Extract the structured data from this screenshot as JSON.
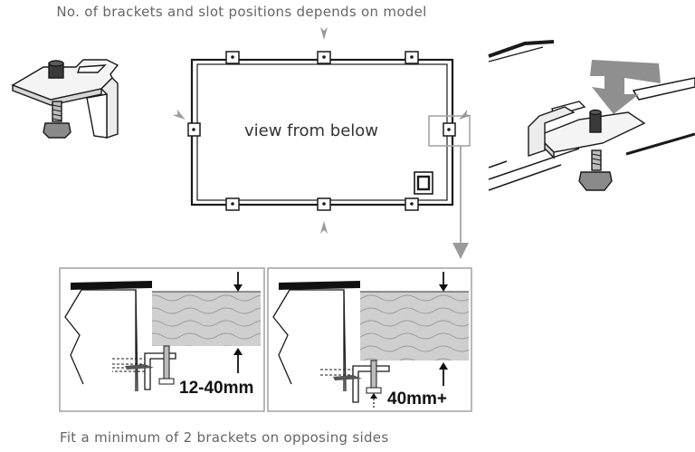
{
  "captions": {
    "top": "No. of brackets and slot positions depends on model",
    "bottom": "Fit a minimum of 2 brackets on opposing sides"
  },
  "panel_view": {
    "label": "view from below"
  },
  "details": {
    "left_measurement": "12-40mm",
    "right_measurement": "40mm+"
  },
  "colors": {
    "arrow_grey": "#9a9a9a",
    "wood_fill": "#cfcfcf",
    "line": "#1a1a1a"
  }
}
